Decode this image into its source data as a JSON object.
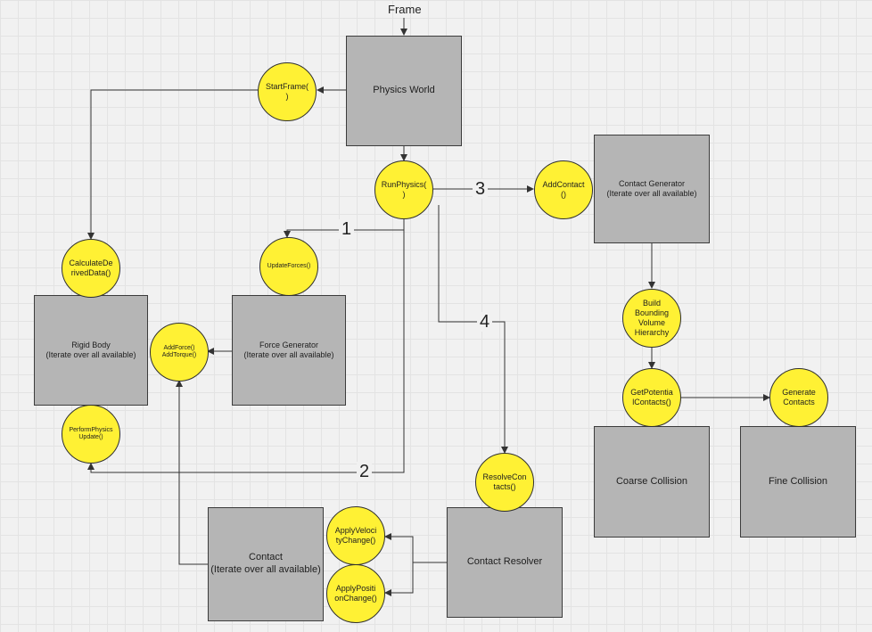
{
  "title": "Frame",
  "boxes": {
    "physics_world": "Physics World",
    "contact_generator": "Contact Generator\n(Iterate over all available)",
    "rigid_body": "Rigid Body\n(Iterate over all available)",
    "force_generator": "Force Generator\n(Iterate over all available)",
    "coarse_collision": "Coarse Collision",
    "fine_collision": "Fine Collision",
    "contact": "Contact\n(Iterate over all available)",
    "contact_resolver": "Contact Resolver"
  },
  "circles": {
    "start_frame": "StartFrame(\n)",
    "run_physics": "RunPhysics(\n)",
    "add_contact": "AddContact\n()",
    "calculate_derived": "CalculateDe\nrivedData()",
    "update_forces": "UpdateForces()",
    "add_force": "AddForce()\nAddTorque()",
    "perform_physics": "PerformPhysics\nUpdate()",
    "build_bvh": "Build\nBounding\nVolume\nHierarchy",
    "get_potential": "GetPotentia\nlContacts()",
    "generate_contacts": "Generate\nContacts",
    "resolve_contacts": "ResolveCon\ntacts()",
    "apply_velocity": "ApplyVeloci\ntyChange()",
    "apply_position": "ApplyPositi\nonChange()"
  },
  "steps": {
    "one": "1",
    "two": "2",
    "three": "3",
    "four": "4"
  }
}
